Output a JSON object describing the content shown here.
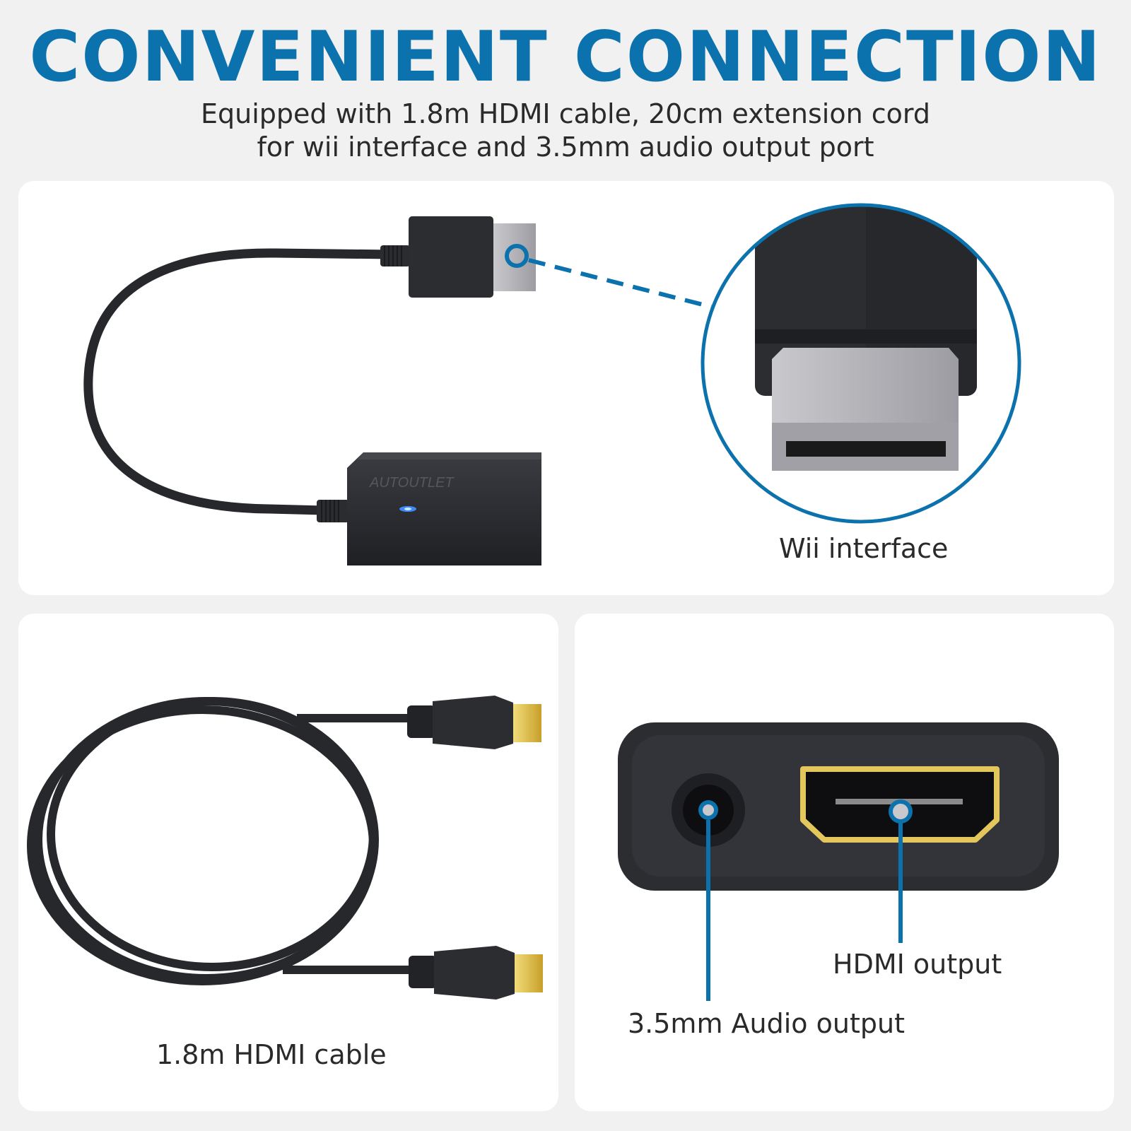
{
  "header": {
    "title": "CONVENIENT CONNECTION",
    "subtitle_line1": "Equipped with 1.8m HDMI cable, 20cm extension cord",
    "subtitle_line2": "for wii interface and 3.5mm audio output port"
  },
  "panels": {
    "top": {
      "label": "Wii interface",
      "adapter_brand": "AUTOUTLET"
    },
    "bottom_left": {
      "label": "1.8m HDMI cable"
    },
    "bottom_right": {
      "hdmi_label": "HDMI output",
      "audio_label": "3.5mm Audio output"
    }
  },
  "colors": {
    "accent": "#0b72ad",
    "background": "#f1f1f1",
    "panel": "#ffffff",
    "device": "#2b2d31",
    "gold": "#e3c65c"
  },
  "icons": [
    "adapter-image",
    "wii-plug-icon",
    "hdmi-cable-image",
    "audio-jack-icon",
    "hdmi-port-icon"
  ]
}
